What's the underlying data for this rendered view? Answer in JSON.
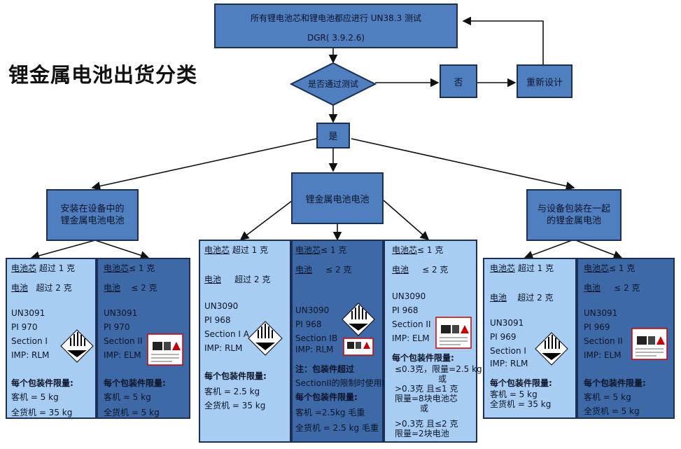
{
  "title": "锂金属电池出货分类",
  "top": {
    "line1": "所有锂电池芯和锂电池都应进行 UN38.3 测试",
    "line2": "DGR( 3.9.2.6)"
  },
  "decision": "是否通过测试",
  "no": "否",
  "redesign": "重新设计",
  "yes": "是",
  "cats": {
    "left": "安装在设备中的锂金属电池电池",
    "center": "锂金属电池电池",
    "right": "与设备包装在一起的锂金属电池"
  },
  "panels": {
    "p1": {
      "r1a": "电池芯",
      "r1b": "超过 1 克",
      "r2a": "电池",
      "r2b": "超过 2 克",
      "l1": "UN3091",
      "l2": "PI 970",
      "l3": "Section I",
      "l4": "IMP: RLM",
      "head": "每个包装件限量:",
      "q1": "客机  = 5 kg",
      "q2": "全货机  = 35 kg"
    },
    "p2": {
      "r1a": "电池芯",
      "r1b": "≤ 1 克",
      "r2a": "电池",
      "r2b": "≤ 2 克",
      "l1": "UN3091",
      "l2": "PI 970",
      "l3": "Section II",
      "l4": "IMP: ELM",
      "head": "每个包装件限量:",
      "q1": "客机  = 5 kg",
      "q2": "全货机  = 5 kg"
    },
    "p3": {
      "r1a": "电池芯",
      "r1b": "超过 1 克",
      "r2a": "电池",
      "r2b": "超过 2 克",
      "l1": "UN3090",
      "l2": "PI 968",
      "l3": "Section I A",
      "l4": "IMP: RLM",
      "head": "每个包装件限量:",
      "q1": "客机  = 2.5 kg",
      "q2": "全货机  = 35 kg"
    },
    "p4": {
      "r1a": "电池芯",
      "r1b": "≤ 1 克",
      "r2a": "电池",
      "r2b": "≤ 2 克",
      "l1": "UN3090",
      "l2": "PI 968",
      "l3": "Section IB",
      "l4": "IMP: RLM",
      "note1": "注：包装件超过",
      "note2": "SectionII的限制时使用IB",
      "head": "每个包装件限量:",
      "q1": "客机  =2.5kg    毛重",
      "q2": "全货机  = 2.5 kg   毛重"
    },
    "p5": {
      "r1a": "电池芯",
      "r1b": "≤ 1 克",
      "r2a": "电池",
      "r2b": "≤ 2 克",
      "l1": "UN3090",
      "l2": "PI 968",
      "l3": "Section II",
      "l4": "IMP: ELM",
      "head": "每个包装件限量:",
      "a1": "≤0.3克，限量=2.5 kg",
      "or1": "或",
      "a2": ">0.3克 且≤1 克",
      "a3": "限量=8块电池芯",
      "or2": "或",
      "a4": ">0.3克 且≤2 克",
      "a5": "限量=2块电池"
    },
    "p6": {
      "r1a": "电池芯",
      "r1b": "超过 1 克",
      "r2a": "电池",
      "r2b": "超过 2 克",
      "l1": "UN3091",
      "l2": "PI 969",
      "l3": "Section I",
      "l4": "IMP: RLM",
      "head": "每个包装件限量:",
      "q1": "客机  = 5 kg",
      "q2": "全货机  = 35 kg"
    },
    "p7": {
      "r1a": "电池芯",
      "r1b": "≤ 1 克",
      "r2a": "电池",
      "r2b": "≤ 2 克",
      "l1": "UN3091",
      "l2": "PI 969",
      "l3": "Section II",
      "l4": "IMP: ELM",
      "head": "每个包装件限量:",
      "q1": "客机  = 5 kg",
      "q2": "全货机  = 5 kg"
    }
  }
}
